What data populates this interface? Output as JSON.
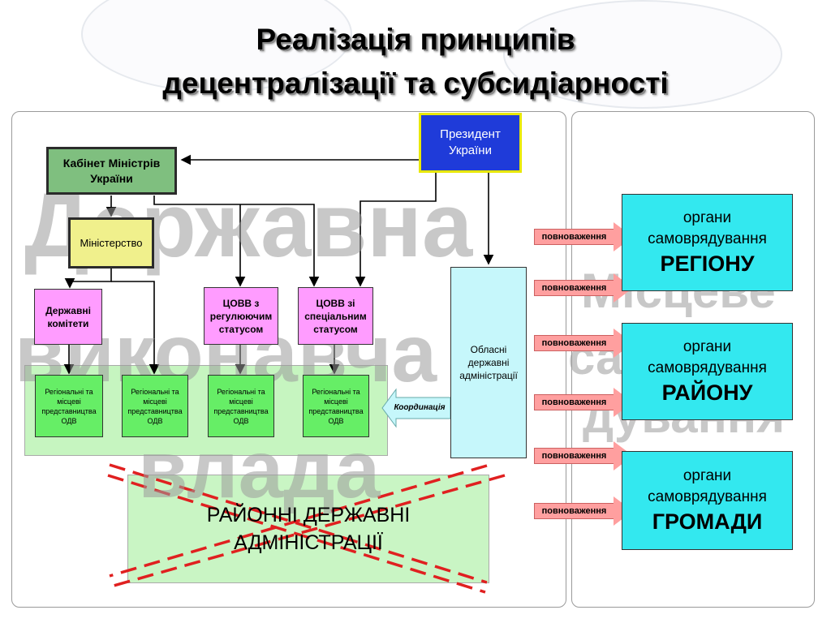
{
  "title": {
    "line1": "Реалізація принципів",
    "line2": "децентралізації та субсидіарності"
  },
  "watermarks": {
    "left": [
      "Державна",
      "виконавча",
      "влада"
    ],
    "right": [
      "Місцеве",
      "самовря-",
      "дування"
    ]
  },
  "boxes": {
    "cabinet": "Кабінет Міністрів України",
    "ministry": "Міністерство",
    "state_committees": "Державні комітети",
    "covv_reg": "ЦОВВ з регулюючим статусом",
    "covv_spec": "ЦОВВ зі спеціальним статусом",
    "president": "Президент України",
    "oblast": "Обласні державні адміністрації",
    "regional_reps": [
      "Регіональні та місцеві представництва ОДВ",
      "Регіональні та місцеві представництва ОДВ",
      "Регіональні та місцеві представництва ОДВ",
      "Регіональні та місцеві представництва ОДВ"
    ],
    "district_admin": "РАЙОННІ ДЕРЖАВНІ АДМІНІСТРАЦІЇ"
  },
  "coordination_label": "Координація",
  "authority_labels": [
    "повноваження",
    "повноваження",
    "повноваження",
    "повноваження",
    "повноваження",
    "повноваження"
  ],
  "organs": [
    {
      "line1": "органи",
      "line2": "самоврядування",
      "level": "РЕГІОНУ"
    },
    {
      "line1": "органи",
      "line2": "самоврядування",
      "level": "РАЙОНУ"
    },
    {
      "line1": "органи",
      "line2": "самоврядування",
      "level": "ГРОМАДИ"
    }
  ],
  "colors": {
    "cabinet": "#7fbf7f",
    "ministry": "#f0f08c",
    "central_bodies": "#ff9cff",
    "regional_reps": "#66ee66",
    "president": "#1f3bd9",
    "oblast": "#c6f7fb",
    "self_government": "#33e8ef",
    "authority_arrow": "#ff9f9f",
    "cross_out": "#e02020"
  }
}
